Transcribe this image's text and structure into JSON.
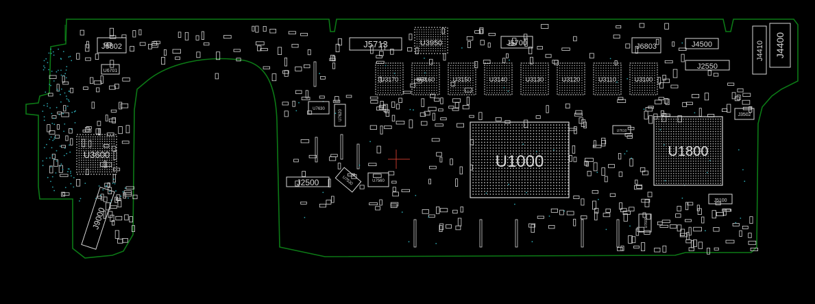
{
  "theme": {
    "background": "#000000",
    "outline": "#0c7a16",
    "silkscreen": "#d9d9d9",
    "via": "#2aa6b0",
    "marker": "#c0392b"
  },
  "labels": {
    "j6802": "J6802",
    "j5713": "J5713",
    "u3950": "U3950",
    "j5700": "J5700",
    "j6803": "J6803",
    "j4500": "J4500",
    "j4410": "J4410",
    "j4400": "J4400",
    "u6701": "U6701",
    "j2550": "J2550",
    "u3600": "U3600",
    "u7630": "U7630",
    "u7620": "U7620",
    "u7610": "U7610",
    "u7600": "U7600",
    "u7530": "U7530",
    "u7560": "U7560",
    "j2500": "J2500",
    "j9000": "J9000",
    "u1000": "U1000",
    "u1800": "U1800",
    "j3502": "J3502",
    "j5100": "J5100",
    "u3170": "U3170",
    "u3160": "U3160",
    "u3150": "U3150",
    "u3140": "U3140",
    "u3130": "U3130",
    "u3120": "U3120",
    "u3110": "U3110",
    "u3100": "U3100"
  }
}
